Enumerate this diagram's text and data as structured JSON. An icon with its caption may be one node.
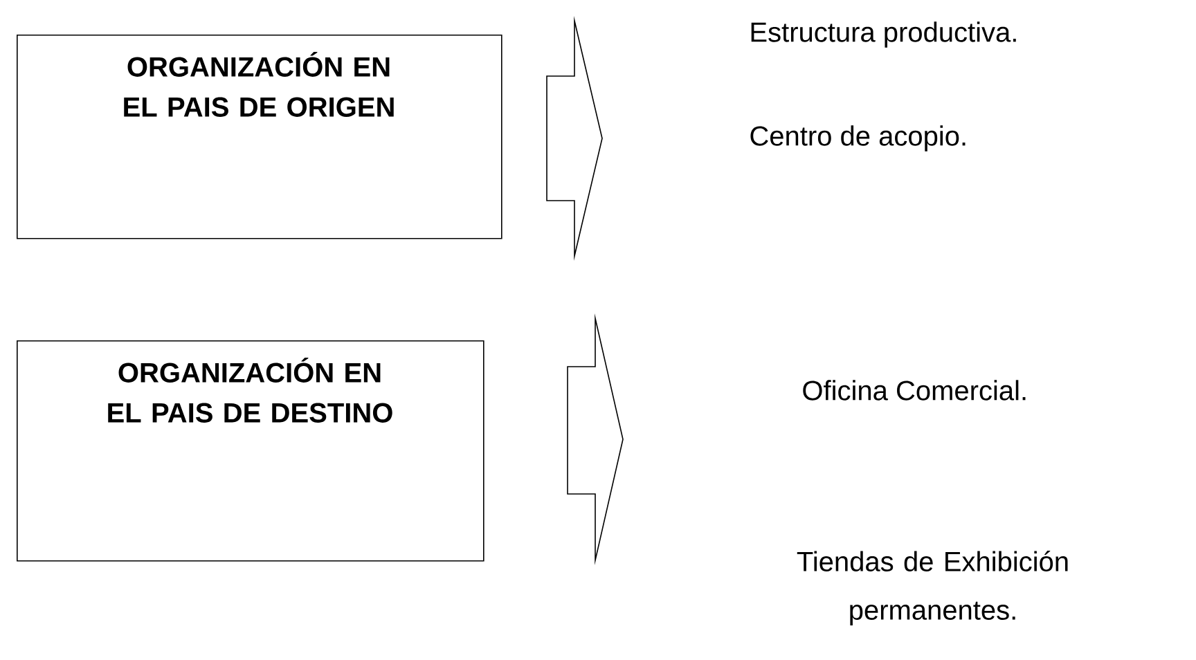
{
  "diagram": {
    "nodes": [
      {
        "text": [
          "ORGANIZACIÓN EN EL PAIS DE ORIGEN"
        ]
      },
      {
        "text": [],
        "shape": "arrow"
      },
      {
        "text": [
          "Estructura productiva."
        ]
      },
      {
        "text": [
          "Centro de acopio."
        ]
      },
      {
        "text": [
          "ORGANIZACIÓN EN EL PAIS DE DESTINO"
        ]
      },
      {
        "text": [],
        "shape": "arrow"
      },
      {
        "text": [
          "Oficina Comercial."
        ]
      },
      {
        "text": [
          "Tiendas de Exhibición permanentes."
        ]
      }
    ]
  }
}
